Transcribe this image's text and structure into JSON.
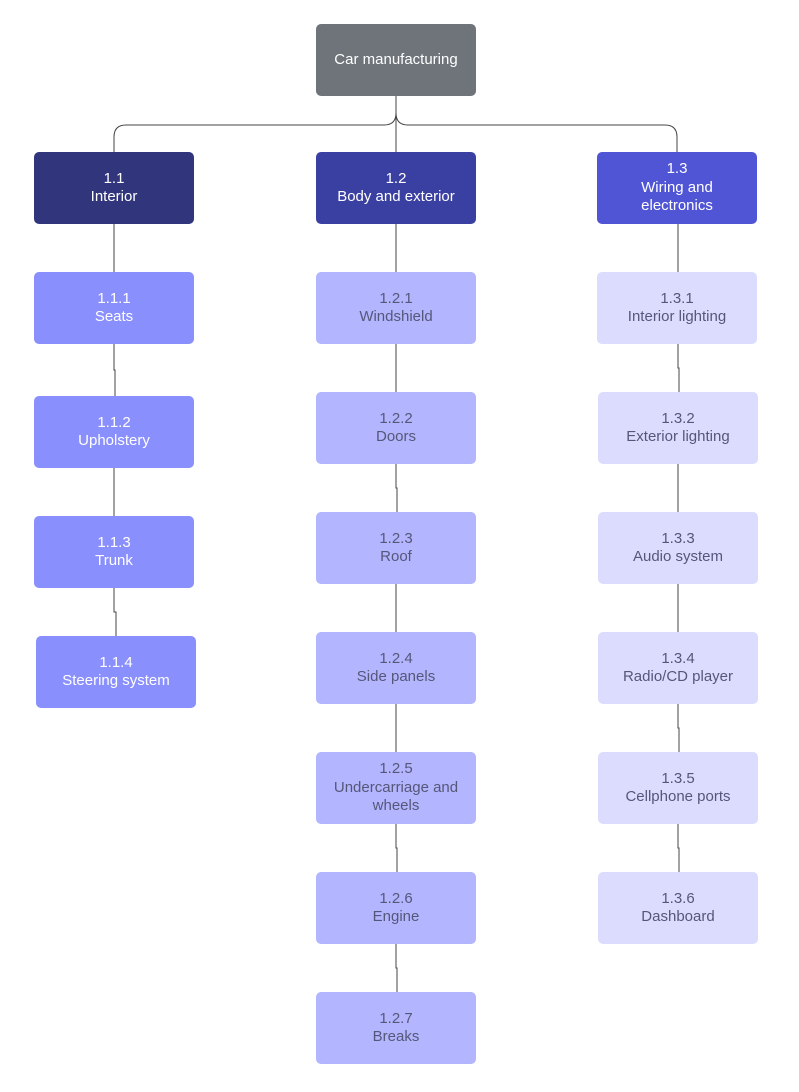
{
  "root": {
    "label": "Car manufacturing",
    "color": "#6e747a"
  },
  "branches": [
    {
      "code": "1.1",
      "name": "Interior",
      "color": "#30357c",
      "children": [
        {
          "code": "1.1.1",
          "name": "Seats"
        },
        {
          "code": "1.1.2",
          "name": "Upholstery"
        },
        {
          "code": "1.1.3",
          "name": "Trunk"
        },
        {
          "code": "1.1.4",
          "name": "Steering system"
        }
      ],
      "child_color": "#8a8ffe"
    },
    {
      "code": "1.2",
      "name": "Body and exterior",
      "color": "#3a3fa2",
      "children": [
        {
          "code": "1.2.1",
          "name": "Windshield"
        },
        {
          "code": "1.2.2",
          "name": "Doors"
        },
        {
          "code": "1.2.3",
          "name": "Roof"
        },
        {
          "code": "1.2.4",
          "name": "Side panels"
        },
        {
          "code": "1.2.5",
          "name": "Undercarriage and wheels"
        },
        {
          "code": "1.2.6",
          "name": "Engine"
        },
        {
          "code": "1.2.7",
          "name": "Breaks"
        }
      ],
      "child_color": "#b3b5fe"
    },
    {
      "code": "1.3",
      "name": "Wiring and electronics",
      "color": "#5055d6",
      "children": [
        {
          "code": "1.3.1",
          "name": "Interior lighting"
        },
        {
          "code": "1.3.2",
          "name": "Exterior lighting"
        },
        {
          "code": "1.3.3",
          "name": "Audio system"
        },
        {
          "code": "1.3.4",
          "name": "Radio/CD player"
        },
        {
          "code": "1.3.5",
          "name": "Cellphone ports"
        },
        {
          "code": "1.3.6",
          "name": "Dashboard"
        }
      ],
      "child_color": "#dcddfe"
    }
  ],
  "connector_color": "#444444"
}
